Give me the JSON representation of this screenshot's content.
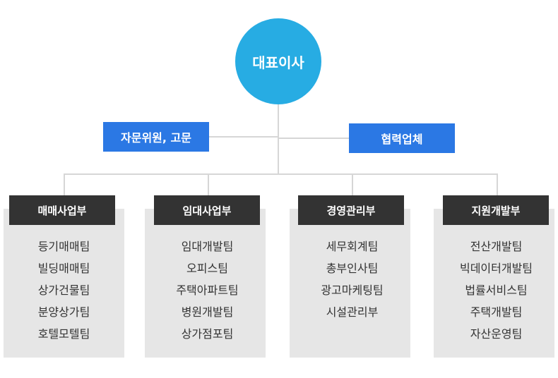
{
  "ceo": {
    "label": "대표이사"
  },
  "advisors": {
    "label": "자문위원, 고문"
  },
  "partners": {
    "label": "협력업체"
  },
  "departments": [
    {
      "name": "매매사업부",
      "teams": [
        "등기매매팀",
        "빌딩매매팀",
        "상가건물팀",
        "분양상가팀",
        "호텔모텔팀"
      ]
    },
    {
      "name": "임대사업부",
      "teams": [
        "임대개발팀",
        "오피스팀",
        "주택아파트팀",
        "병원개발팀",
        "상가점포팀"
      ]
    },
    {
      "name": "경영관리부",
      "teams": [
        "세무회계팀",
        "총부인사팀",
        "광고마케팅팀",
        "시설관리부"
      ]
    },
    {
      "name": "지원개발부",
      "teams": [
        "전산개발팀",
        "빅데이터개발팀",
        "법률서비스팀",
        "주택개발팀",
        "자산운영팀"
      ]
    }
  ],
  "colors": {
    "ceo": "#27ace3",
    "side": "#2b78e4",
    "dept_head": "#333333",
    "panel": "#e6e6e6",
    "line": "#d6d6d6"
  }
}
